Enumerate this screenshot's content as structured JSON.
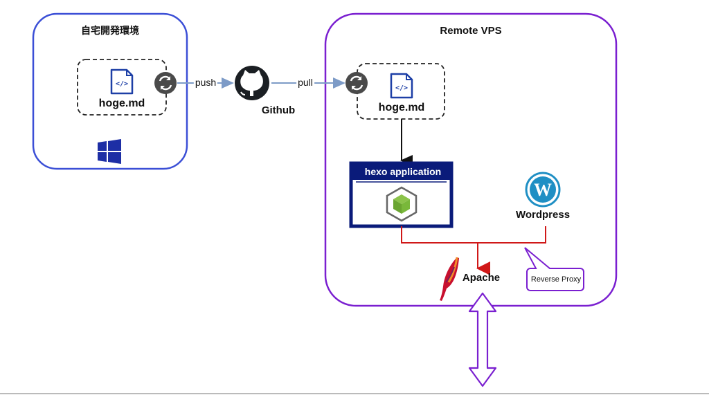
{
  "local": {
    "title": "自宅開発環境",
    "file": "hoge.md"
  },
  "remote": {
    "title": "Remote VPS",
    "file": "hoge.md"
  },
  "github": {
    "label": "Github"
  },
  "edges": {
    "push": "push",
    "pull": "pull"
  },
  "hexo": {
    "title": "hexo application"
  },
  "wordpress": {
    "label": "Wordpress"
  },
  "apache": {
    "label": "Apache"
  },
  "callout": {
    "text": "Reverse Proxy"
  },
  "colors": {
    "local_border": "#3b4fd6",
    "remote_border": "#7a1fd0",
    "hexo_navy": "#0a1b7a",
    "arrow_red": "#d01818",
    "wordpress_blue": "#1f8fc4",
    "file_icon_blue": "#1d3fa6",
    "sync_gray": "#4a4a4a",
    "arrow_gray": "#7d9bc7"
  }
}
